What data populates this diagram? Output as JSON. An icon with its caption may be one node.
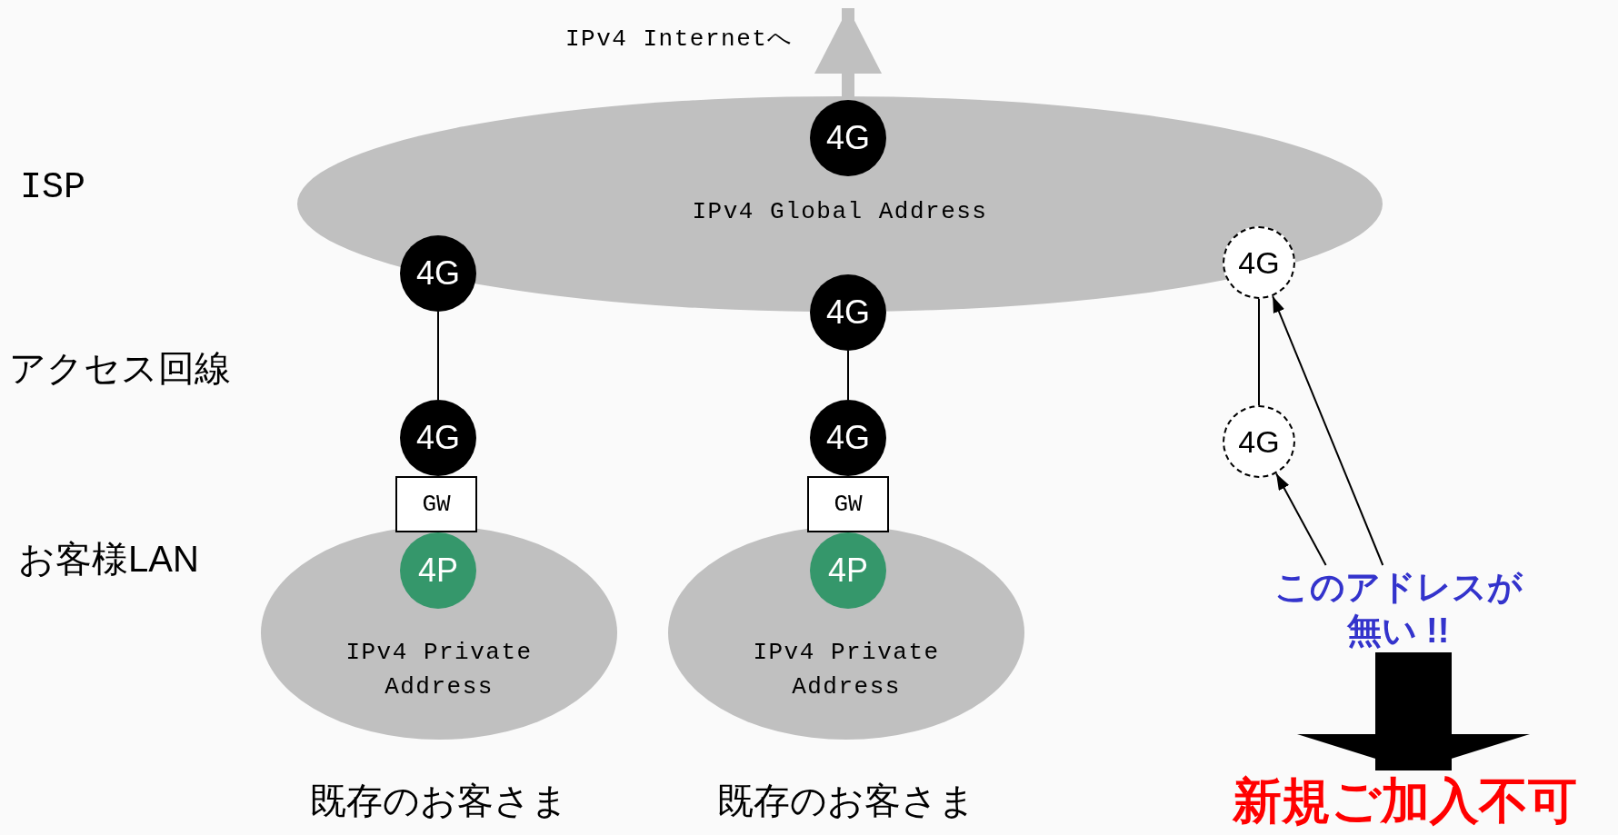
{
  "diagram": {
    "nodes": [
      {
        "text": [
          "IPv4 Global Address"
        ]
      },
      {
        "text": [
          "4G"
        ],
        "in": 0
      },
      {
        "text": [
          "4G"
        ],
        "in": 0
      },
      {
        "text": [
          "4G"
        ]
      },
      {
        "text": [
          "4G"
        ],
        "in": 0
      },
      {
        "text": [
          "4G"
        ]
      },
      {
        "text": [
          "4G"
        ]
      },
      {
        "text": [
          "4G"
        ]
      },
      {
        "text": [
          "GW"
        ]
      },
      {
        "text": [
          "GW"
        ]
      },
      {
        "text": [
          "4P"
        ],
        "in": 12
      },
      {
        "text": [
          "4P"
        ],
        "in": 13
      },
      {
        "text": [
          "IPv4 Private Address"
        ],
        "beside": [
          "既存のお客さま"
        ]
      },
      {
        "text": [
          "IPv4 Private Address"
        ],
        "beside": [
          "既存のお客さま"
        ]
      },
      {
        "text": [
          "このアドレスが無い !!"
        ]
      },
      {
        "text": [
          "新規ご加入不可"
        ]
      }
    ],
    "edges": [
      {
        "from": 1,
        "to": null,
        "arrow": "to",
        "label": "IPv4 Internetへ",
        "style": "thick",
        "color": "#c0c0c0"
      },
      {
        "from": 2,
        "to": 5,
        "arrow": "none"
      },
      {
        "from": 3,
        "to": 6,
        "arrow": "none"
      },
      {
        "from": 4,
        "to": 7,
        "arrow": "none"
      },
      {
        "from": 14,
        "to": 7,
        "arrow": "to"
      },
      {
        "from": 14,
        "to": 4,
        "arrow": "to"
      },
      {
        "from": 14,
        "to": 15,
        "arrow": "to",
        "style": "thick"
      }
    ],
    "labels": [
      "ISP",
      "アクセス回線",
      "お客様LAN"
    ]
  }
}
